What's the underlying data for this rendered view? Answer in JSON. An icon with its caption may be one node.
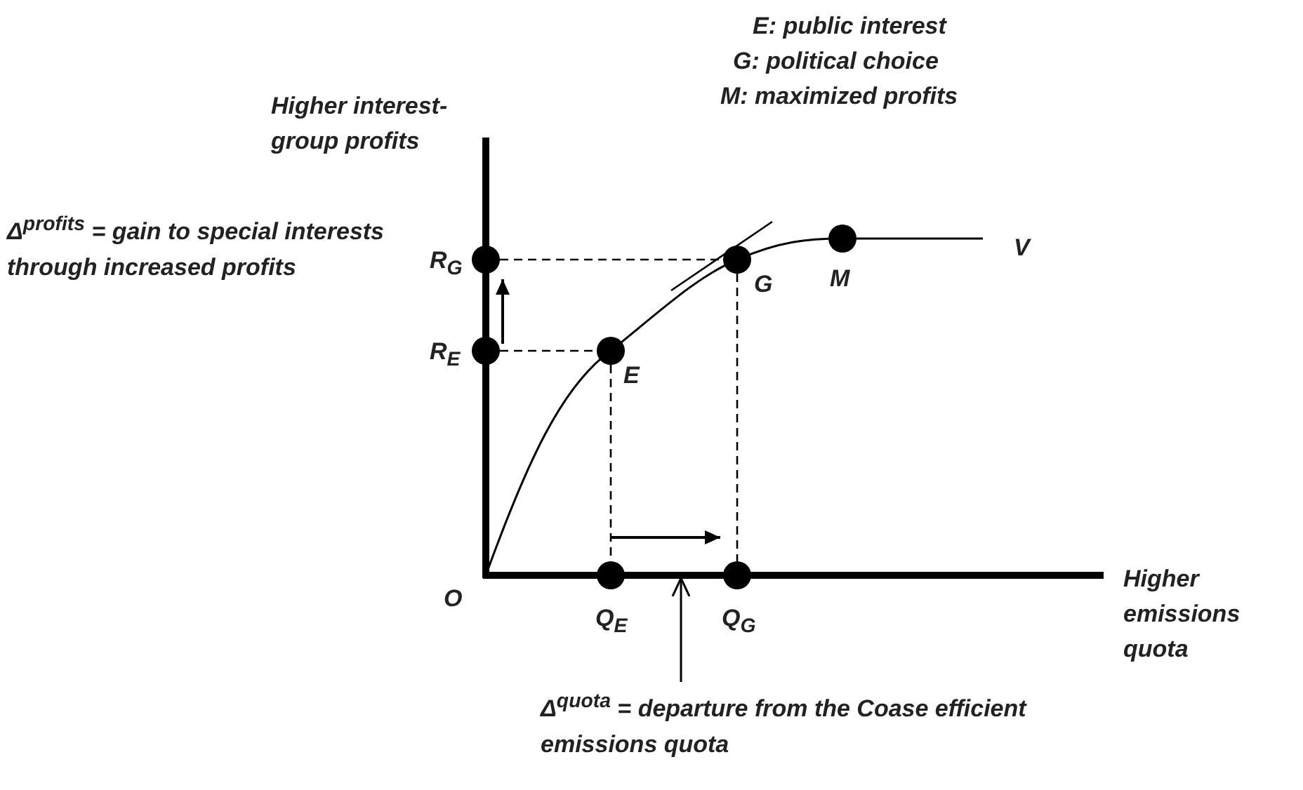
{
  "diagram": {
    "nodes": [
      {
        "text": [
          "Δ$^{quota}$ = departure from the Coase efficient emissions quota"
        ]
      },
      {
        "text": [],
        "shape": "bar"
      }
    ],
    "edges": [
      {
        "from": 0,
        "to": 1,
        "arrow": "to"
      }
    ],
    "labels": [
      "E: public interest",
      "G: political choice",
      "M: maximized profits",
      "Higher interest-group profits",
      "Δ$^{profits}$ = gain to special interests through increased profits",
      "R$_{G}$",
      "G",
      "M",
      "V",
      "R$_{E}$",
      "E",
      "O",
      "Q$_{E}$",
      "Q$_{G}$",
      "Higher emissions quota"
    ]
  }
}
